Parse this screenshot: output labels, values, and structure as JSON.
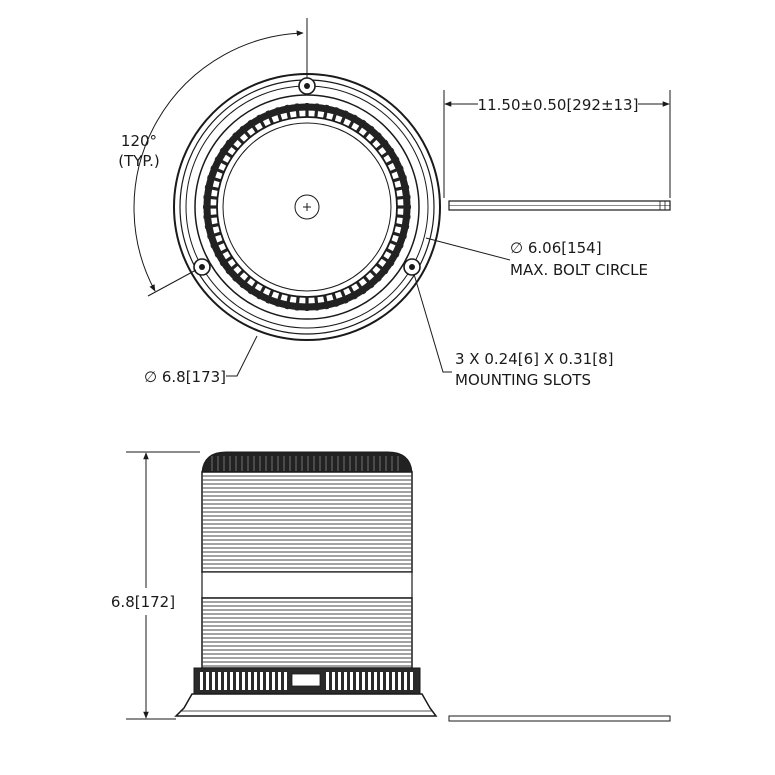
{
  "top_view": {
    "angle": {
      "value": "120°",
      "note": "(TYP.)"
    },
    "bolt_circle": {
      "value": "∅ 6.06[154]",
      "note": "MAX. BOLT CIRCLE"
    },
    "slots": {
      "value": "3 X 0.24[6] X 0.31[8]",
      "note": "MOUNTING SLOTS"
    },
    "base_diameter": {
      "value": "∅ 6.8[173]"
    }
  },
  "cable": {
    "length": "11.50±0.50[292±13]"
  },
  "side_view": {
    "height": "6.8[172]"
  },
  "colors": {
    "line": "#1a1a1a",
    "dark": "#222222",
    "background": "#ffffff"
  }
}
